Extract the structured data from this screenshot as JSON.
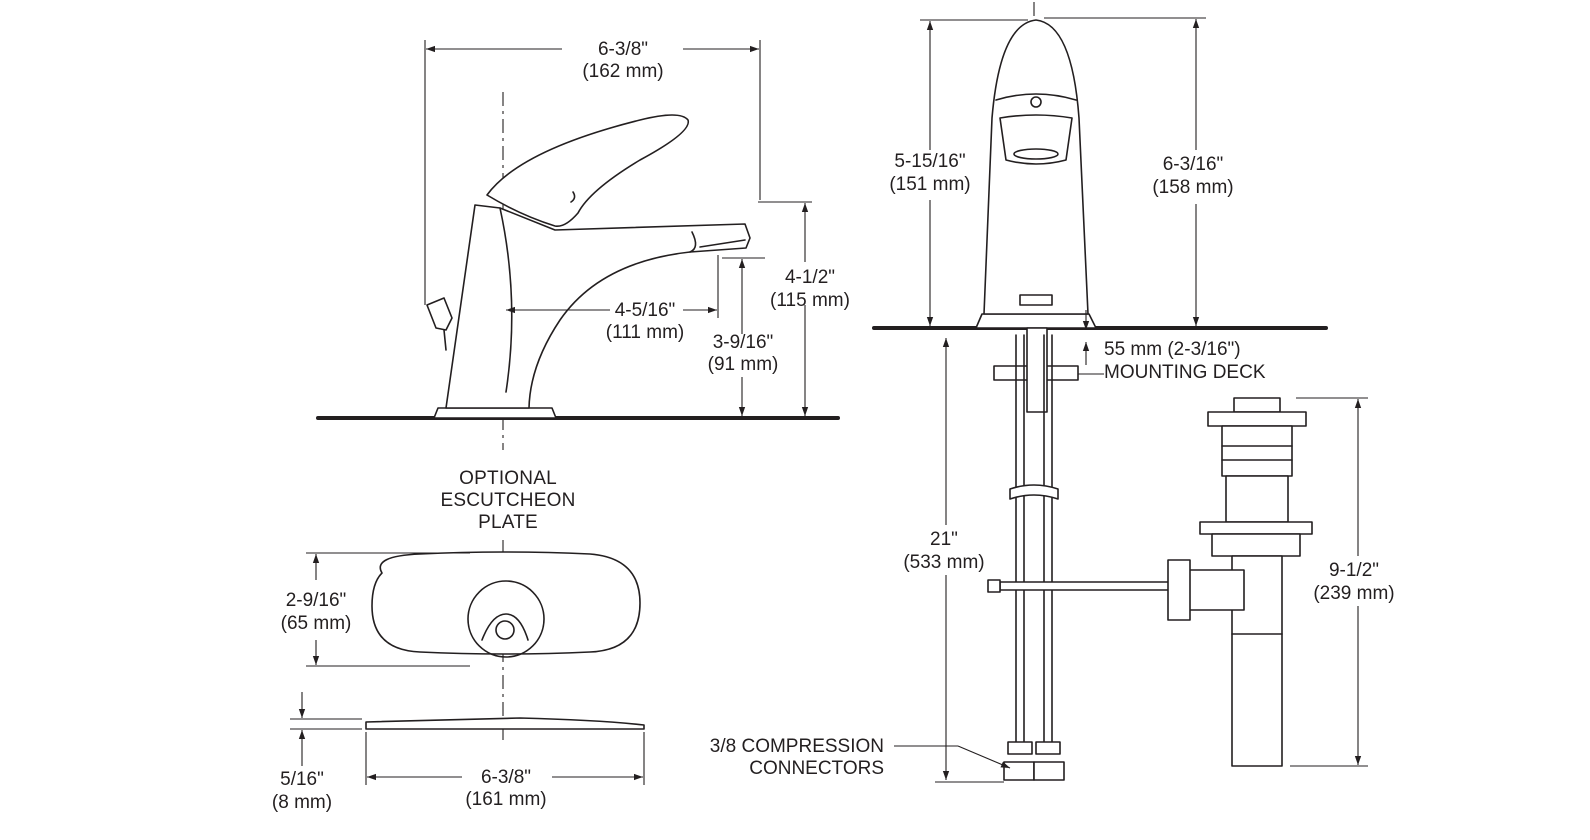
{
  "side_view": {
    "width_in": "6-3/8\"",
    "width_mm": "(162 mm)",
    "height_in": "4-1/2\"",
    "height_mm": "(115 mm)",
    "reach_in": "4-5/16\"",
    "reach_mm": "(111 mm)",
    "spout_in": "3-9/16\"",
    "spout_mm": "(91 mm)"
  },
  "front_view": {
    "total_in": "6-3/16\"",
    "total_mm": "(158 mm)",
    "body_in": "5-15/16\"",
    "body_mm": "(151 mm)",
    "deck_text": "55 mm (2-3/16\")",
    "deck_label": "MOUNTING DECK",
    "supply_in": "21\"",
    "supply_mm": "(533 mm)",
    "connectors_line1": "3/8 COMPRESSION",
    "connectors_line2": "CONNECTORS"
  },
  "drain": {
    "height_in": "9-1/2\"",
    "height_mm": "(239 mm)"
  },
  "escutcheon": {
    "title_line1": "OPTIONAL",
    "title_line2": "ESCUTCHEON",
    "title_line3": "PLATE",
    "depth_in": "2-9/16\"",
    "depth_mm": "(65 mm)",
    "thick_in": "5/16\"",
    "thick_mm": "(8 mm)",
    "width_in": "6-3/8\"",
    "width_mm": "(161 mm)"
  }
}
